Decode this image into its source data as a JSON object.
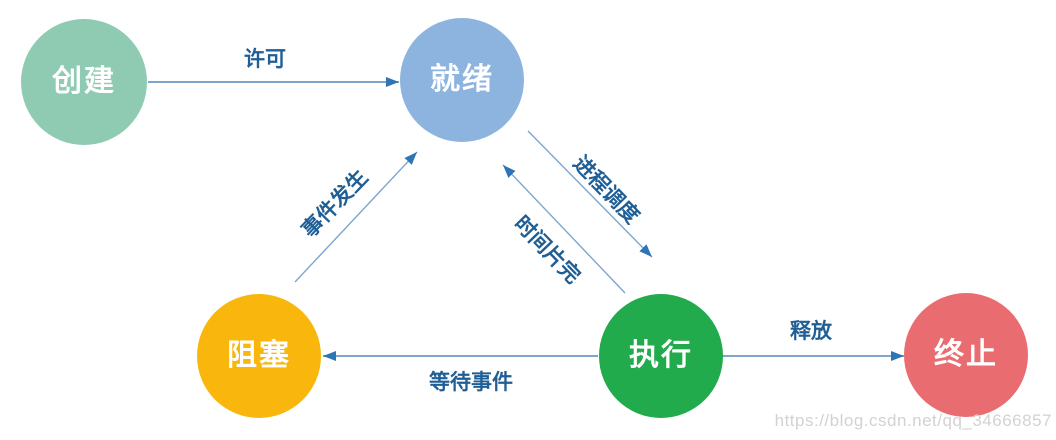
{
  "diagram": {
    "nodes": [
      {
        "id": "create",
        "label": "创建",
        "color": "#8fcbb3"
      },
      {
        "id": "ready",
        "label": "就绪",
        "color": "#8db4df"
      },
      {
        "id": "blocked",
        "label": "阻塞",
        "color": "#f9b70d"
      },
      {
        "id": "running",
        "label": "执行",
        "color": "#21ab4d"
      },
      {
        "id": "terminated",
        "label": "终止",
        "color": "#e96d70"
      }
    ],
    "edges": [
      {
        "from": "create",
        "to": "ready",
        "label": "许可"
      },
      {
        "from": "blocked",
        "to": "ready",
        "label": "事件发生"
      },
      {
        "from": "ready",
        "to": "running",
        "label": "进程调度"
      },
      {
        "from": "running",
        "to": "ready",
        "label": "时间片完"
      },
      {
        "from": "running",
        "to": "blocked",
        "label": "等待事件"
      },
      {
        "from": "running",
        "to": "terminated",
        "label": "释放"
      }
    ],
    "colors": {
      "edge_line": "#7ea6cd",
      "arrowhead": "#2e75b6",
      "edge_label": "#1f5f96",
      "node_text": "#ffffff",
      "watermark": "#d2d2d2"
    },
    "watermark": "https://blog.csdn.net/qq_34666857"
  }
}
